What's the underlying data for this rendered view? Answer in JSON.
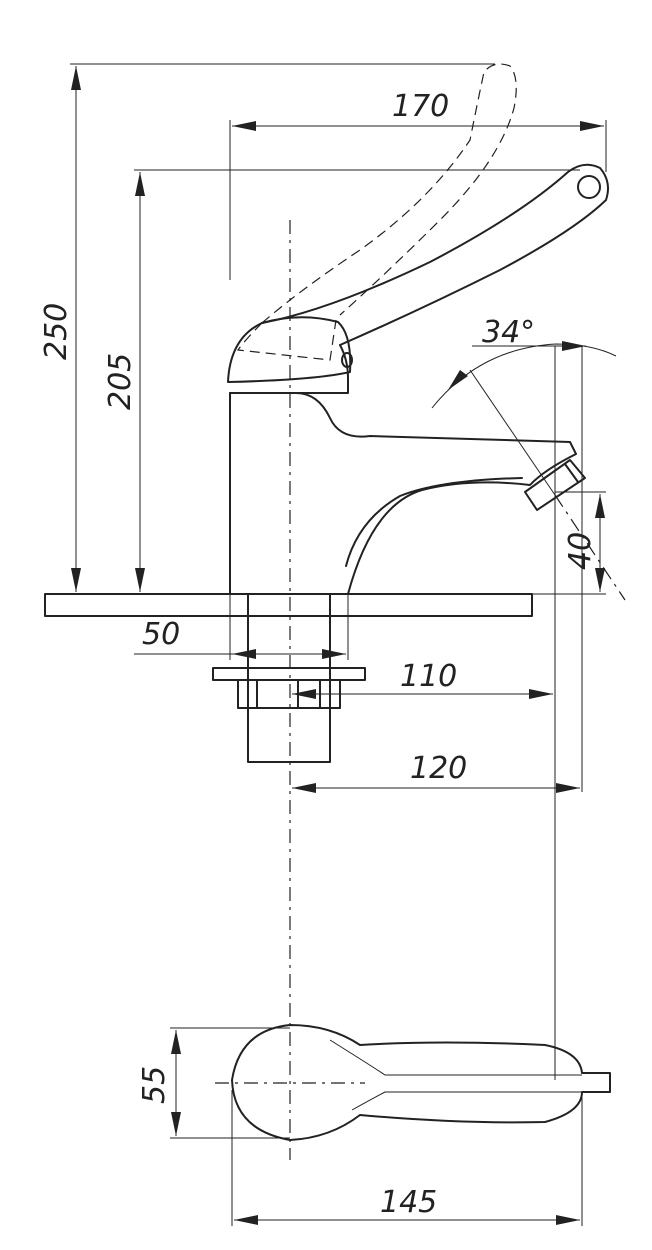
{
  "dimensions": {
    "height_total": "250",
    "height_spout": "205",
    "width_top": "170",
    "angle": "34°",
    "spout_drop": "40",
    "base_width": "50",
    "spout_reach": "110",
    "reach_total": "120",
    "lever_width": "55",
    "lever_length": "145"
  },
  "colors": {
    "ink": "#222222",
    "paper": "#ffffff"
  }
}
